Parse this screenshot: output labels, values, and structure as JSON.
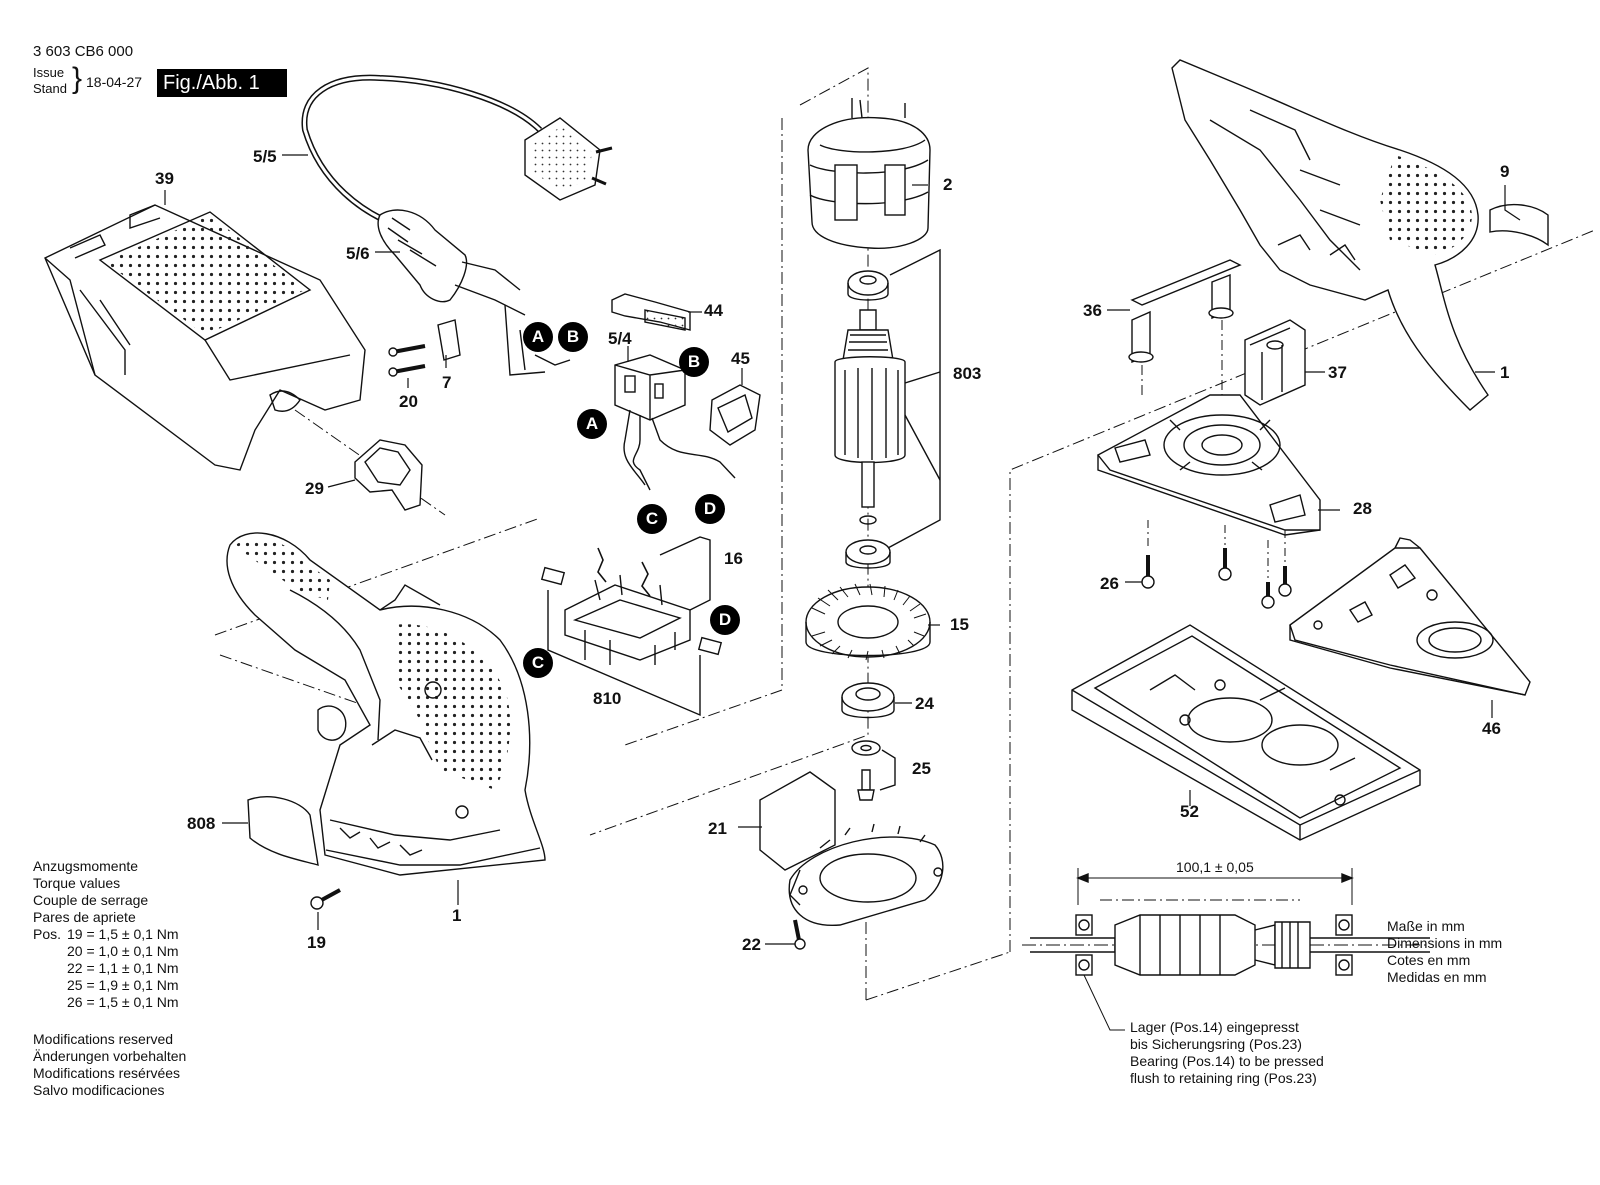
{
  "header": {
    "doc_number": "3 603 CB6 000",
    "issue_label": "Issue",
    "stand_label": "Stand",
    "date": "18-04-27",
    "figure_label": "Fig./Abb. 1"
  },
  "part_labels": {
    "p39": "39",
    "p5_5": "5/5",
    "p5_6": "5/6",
    "p7": "7",
    "p20": "20",
    "p29": "29",
    "p44": "44",
    "p5_4": "5/4",
    "p45": "45",
    "p16": "16",
    "p810": "810",
    "p2": "2",
    "p803": "803",
    "p15": "15",
    "p24": "24",
    "p25": "25",
    "p21": "21",
    "p22": "22",
    "p9": "9",
    "p1_right": "1",
    "p36": "36",
    "p37": "37",
    "p28": "28",
    "p26": "26",
    "p46": "46",
    "p52": "52",
    "p808": "808",
    "p1_left": "1",
    "p19": "19"
  },
  "connectors": {
    "a": "A",
    "b": "B",
    "c": "C",
    "d": "D"
  },
  "torque": {
    "heading_lines": [
      "Anzugsmomente",
      "Torque values",
      "Couple de serrage",
      "Pares de apriete"
    ],
    "pos_prefix": "Pos.",
    "values": [
      "19 = 1,5 ± 0,1 Nm",
      "20 = 1,0 ± 0,1 Nm",
      "22 = 1,1 ± 0,1 Nm",
      "25 = 1,9 ± 0,1 Nm",
      "26 = 1,5 ± 0,1 Nm"
    ]
  },
  "modifications": [
    "Modifications reserved",
    "Änderungen vorbehalten",
    "Modifications resérvées",
    "Salvo modificaciones"
  ],
  "dimension": {
    "value": "100,1 ± 0,05",
    "units": [
      "Maße in mm",
      "Dimensions in mm",
      "Cotes en mm",
      "Medidas en mm"
    ],
    "bearing_note": [
      "Lager (Pos.14) eingepresst",
      "bis Sicherungsring (Pos.23)",
      "Bearing (Pos.14) to be pressed",
      "flush to retaining ring (Pos.23)"
    ]
  }
}
